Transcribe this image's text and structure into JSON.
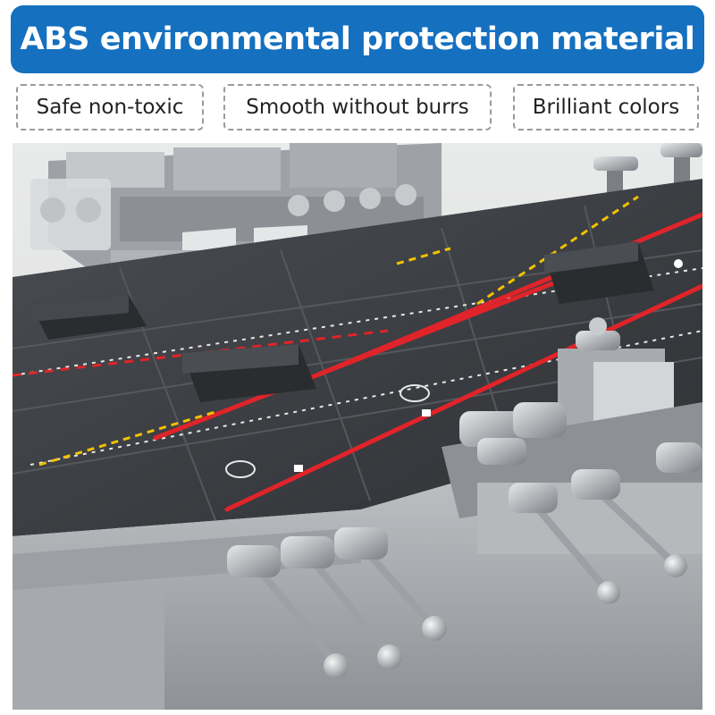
{
  "banner": {
    "title": "ABS environmental protection material"
  },
  "features": [
    {
      "label": "Safe non-toxic"
    },
    {
      "label": "Smooth without burrs"
    },
    {
      "label": "Brilliant colors"
    }
  ],
  "photo": {
    "subject": "building-block aircraft carrier flight deck close-up",
    "colors": {
      "deck": "#3a3d41",
      "hull": "#b8bcbf",
      "stripe": "#e0242a",
      "marking": "#f2c200"
    }
  }
}
